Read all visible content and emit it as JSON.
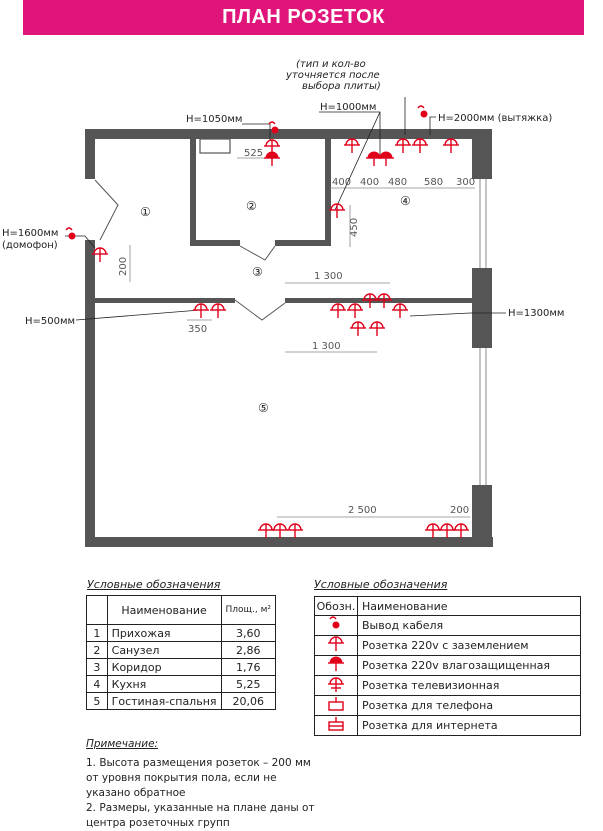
{
  "title": "ПЛАН РОЗЕТОК",
  "plan": {
    "rooms": [
      "①",
      "②",
      "③",
      "④",
      "⑤"
    ],
    "height_labels": {
      "h1050": "H=1050мм",
      "h1000": "H=1000мм",
      "h2000": "H=2000мм (вытяжка)",
      "h1600": "H=1600мм",
      "h1600_note": "(домофон)",
      "h500": "H=500мм",
      "h1300": "H=1300мм",
      "stove_note": [
        "(тип и кол-во",
        "уточняется после",
        "выбора плиты)"
      ]
    },
    "dimensions": {
      "d525": "525",
      "kitchen": [
        "400",
        "400",
        "480",
        "580",
        "300"
      ],
      "d450": "450",
      "d200_left": "200",
      "d1300_top": "1 300",
      "d350": "350",
      "d1300_bottom": "1 300",
      "d2500": "2 500",
      "d200_bottom": "200"
    }
  },
  "rooms_table": {
    "caption": "Условные обозначения",
    "headers": [
      "",
      "Наименование",
      "Площ., м²"
    ],
    "rows": [
      {
        "n": "1",
        "name": "Прихожая",
        "area": "3,60"
      },
      {
        "n": "2",
        "name": "Санузел",
        "area": "2,86"
      },
      {
        "n": "3",
        "name": "Коридор",
        "area": "1,76"
      },
      {
        "n": "4",
        "name": "Кухня",
        "area": "5,25"
      },
      {
        "n": "5",
        "name": "Гостиная-спальня",
        "area": "20,06"
      }
    ]
  },
  "legend_table": {
    "caption": "Условные обозначения",
    "headers": [
      "Обозн.",
      "Наименование"
    ],
    "rows": [
      {
        "icon": "cable-outlet-icon",
        "name": "Вывод кабеля"
      },
      {
        "icon": "grounded-socket-icon",
        "name": "Розетка 220v с заземлением"
      },
      {
        "icon": "waterproof-socket-icon",
        "name": "Розетка 220v влагозащищенная"
      },
      {
        "icon": "tv-socket-icon",
        "name": "Розетка телевизионная"
      },
      {
        "icon": "phone-socket-icon",
        "name": "Розетка для телефона"
      },
      {
        "icon": "internet-socket-icon",
        "name": "Розетка для интернета"
      }
    ]
  },
  "notes": {
    "caption": "Примечание:",
    "items": [
      "1. Высота размещения розеток – 200 мм от уровня покрытия пола, если не указано обратное",
      "2. Размеры, указанные на плане даны от центра розеточных групп"
    ]
  },
  "colors": {
    "accent": "#e0157a",
    "socket": "#e0001a",
    "wall": "#555555"
  }
}
